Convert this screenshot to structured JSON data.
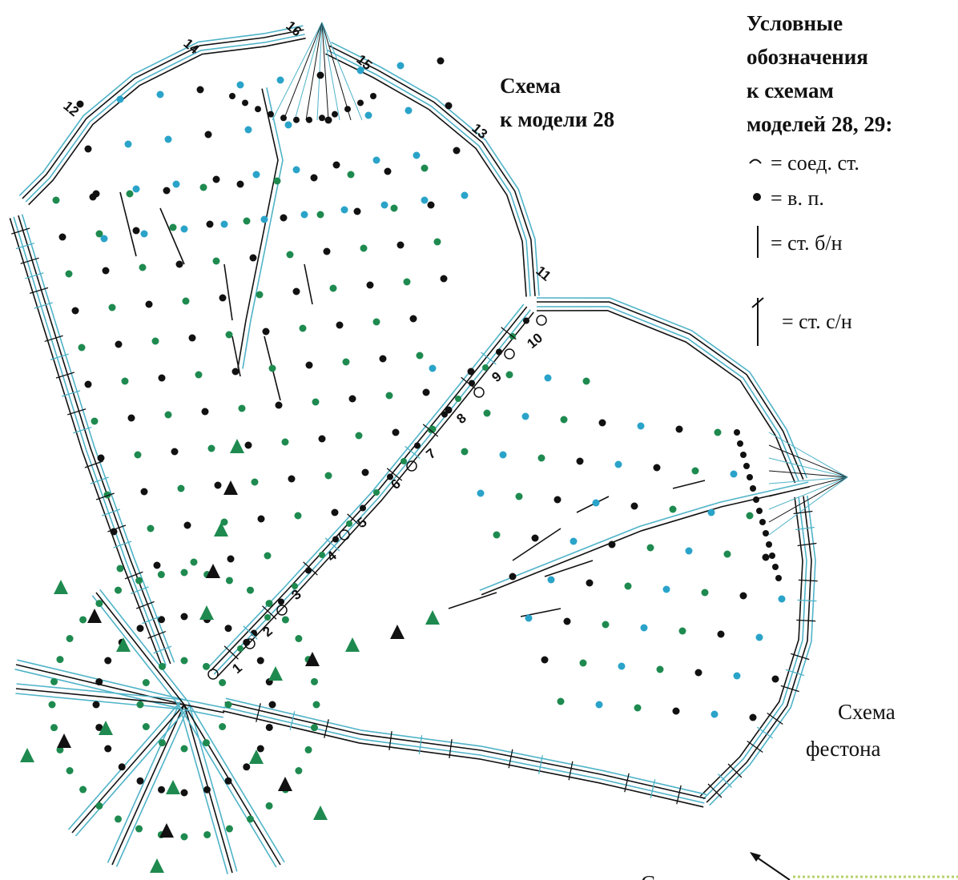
{
  "legend": {
    "title_lines": [
      "Условные",
      "обозначения",
      "к схемам",
      "моделей 28, 29:"
    ],
    "items": [
      {
        "symbol": "slip-stitch",
        "text": "= соед. ст."
      },
      {
        "symbol": "chain",
        "text": "= в. п."
      },
      {
        "symbol": "single-crochet",
        "text": "= ст. б/н"
      },
      {
        "symbol": "double-crochet",
        "text": "= ст. с/н"
      }
    ]
  },
  "scheme_model_label": [
    "Схема",
    "к модели 28"
  ],
  "scallop_label": [
    "Схема",
    "фестона"
  ],
  "bottom_cut_text": "Схема",
  "row_numbers": [
    "1",
    "2",
    "3",
    "4",
    "5",
    "6",
    "7",
    "8",
    "9",
    "10",
    "11",
    "12",
    "13",
    "14",
    "15",
    "16"
  ],
  "colors": {
    "black": "#111111",
    "green": "#1e8a4f",
    "blue": "#2aa3c9",
    "teal_line": "#4fb3c8"
  }
}
